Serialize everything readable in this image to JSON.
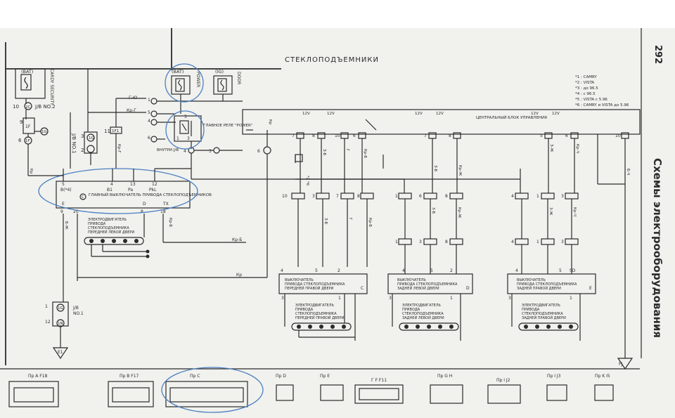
{
  "page_number": "292",
  "side_title": "Схемы электрооборудования",
  "diagram_title": "СТЕКЛОПОДЪЕМНИКИ",
  "legend": [
    "*1 : CAMRY",
    "*2 : VISTA",
    "*3 : до 96.5",
    "*4 : с 96.5",
    "*5 : VISTA с 5.96",
    "*6 : CAMRY и VISTA до 5.96"
  ],
  "power": {
    "bat": "(BAT)",
    "ig": "(IG)"
  },
  "fuses": {
    "left": "CARDY SECURITY",
    "center": "POWER",
    "right": "DOOR"
  },
  "connectors": {
    "jb2": "J/B NO.2",
    "jb1": "J/B NO.1",
    "kr_g": "Кр-Г",
    "vnutri": "ВНУТРИ J/B",
    "relay": "ГЛАВНОЕ РЕЛЕ \"POWER\"",
    "ecu": "ЦЕНТРАЛЬНЫЙ БЛОК УПРАВЛЕНИЯ",
    "c2": "2C",
    "f1": "1F",
    "f6": "6",
    "g_kr": "Кр",
    "g_zh": "3-Ж"
  },
  "main_switch": {
    "label": "ГЛАВНЫЙ ВЫКЛЮЧАТЕЛЬ ПРИВОДА СТЕКЛОПОДЪЕМНИКОВ",
    "pins_top": [
      "B(*4)",
      "B1",
      "Pa",
      "PkL"
    ],
    "pins_bottom": [
      "E",
      "D",
      "TX"
    ],
    "motor": "ЭЛЕКТРОДВИГАТЕЛЬ ПРИВОДА СТЕКЛОПОДЪЕМНИКА ПЕРЕДНЕЙ ЛЕВОЙ ДВЕРИ"
  },
  "switches": [
    {
      "label": "ВЫКЛЮЧАТЕЛЬ ПРИВОДА СТЕКЛОПОДЪЕМНИКА ПЕРЕДНЕЙ ПРАВОЙ ДВЕРИ",
      "motor": "ЭЛЕКТРОДВИГАТЕЛЬ ПРИВОДА СТЕКЛОПОДЪЕМНИКА ПЕРЕДНЕЙ ПРАВОЙ ДВЕРИ",
      "id": "C"
    },
    {
      "label": "ВЫКЛЮЧАТЕЛЬ ПРИВОДА СТЕКЛОПОДЪЕМНИКА ЗАДНЕЙ ЛЕВОЙ ДВЕРИ",
      "motor": "ЭЛЕКТРОДВИГАТЕЛЬ ПРИВОДА СТЕКЛОПОДЪЕМНИКА ЗАДНЕЙ ЛЕВОЙ ДВЕРИ",
      "id": "D"
    },
    {
      "label": "ВЫКЛЮЧАТЕЛЬ ПРИВОДА СТЕКЛОПОДЪЕМНИКА ЗАДНЕЙ ПРАВОЙ ДВЕРИ",
      "motor": "ЭЛЕКТРОДВИГАТЕЛЬ ПРИВОДА СТЕКЛОПОДЪЕМНИКА ЗАДНЕЙ ПРАВОЙ ДВЕРИ",
      "id": "E"
    }
  ],
  "grounds": {
    "left": "E1",
    "right": "FJ"
  },
  "wire_labels": [
    "Кр",
    "Кр-Г",
    "Г",
    "Кр-Б",
    "З-Б",
    "Б-Ж",
    "З-Ж",
    "Кр-Ж",
    "Б-Ч",
    "Г-Б",
    "Г-Ч",
    "Ж"
  ],
  "connector_labels": [
    "Пр A F18",
    "Пр B F17",
    "Пр C",
    "Пр D",
    "Пр E",
    "Г F F11",
    "Пр G H",
    "Пр I J2",
    "Пр I J3",
    "Пр K I5"
  ]
}
